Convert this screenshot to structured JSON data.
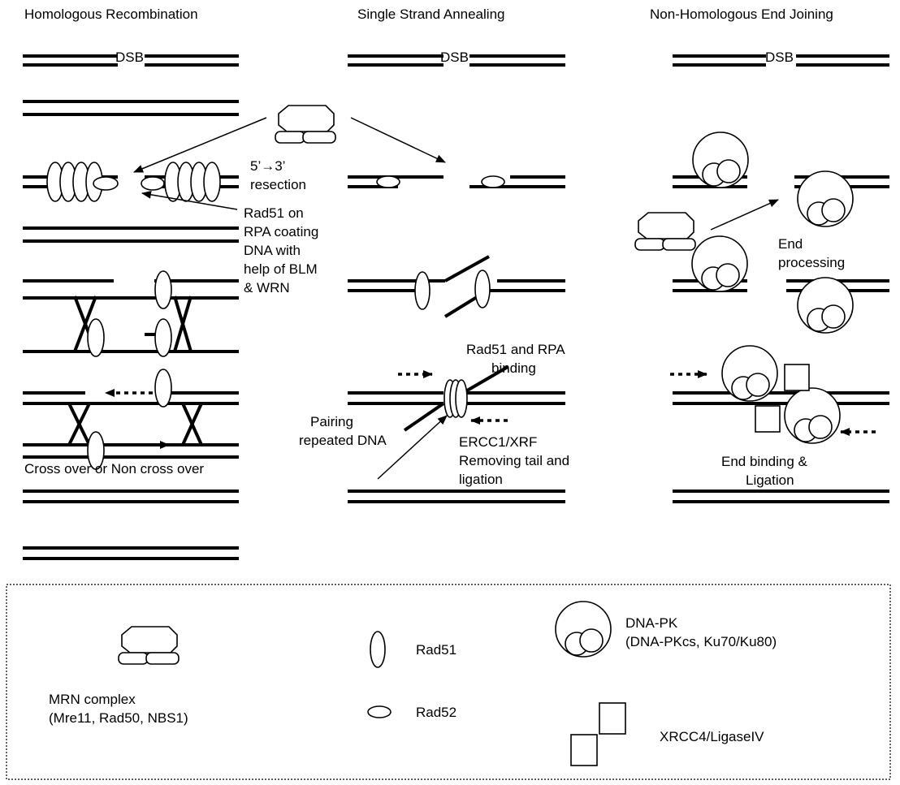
{
  "columns": {
    "hr": {
      "title": "Homologous Recombination"
    },
    "ssa": {
      "title": "Single Strand Annealing"
    },
    "nhej": {
      "title": "Non-Homologous End Joining"
    }
  },
  "labels": {
    "dsb": "DSB",
    "resection_line1": "5’→3’",
    "resection_line2": "resection",
    "rad51_note": [
      "Rad51 on",
      "RPA coating",
      "DNA with",
      "help of BLM",
      "& WRN"
    ],
    "crossover": "Cross over or Non cross over",
    "rad51_rpa": [
      "Rad51 and RPA",
      "binding"
    ],
    "pairing": [
      "Pairing",
      "repeated DNA"
    ],
    "ercc1": [
      "ERCC1/XRF",
      "Removing tail and",
      "ligation"
    ],
    "end_processing": [
      "End",
      "processing"
    ],
    "end_binding": [
      "End binding &",
      "Ligation"
    ]
  },
  "legend": {
    "mrn": [
      "MRN complex",
      "(Mre11, Rad50, NBS1)"
    ],
    "rad51": "Rad51",
    "rad52": "Rad52",
    "dnapk": [
      "DNA-PK",
      "(DNA-PKcs, Ku70/Ku80)"
    ],
    "xrcc4": "XRCC4/LigaseIV"
  }
}
